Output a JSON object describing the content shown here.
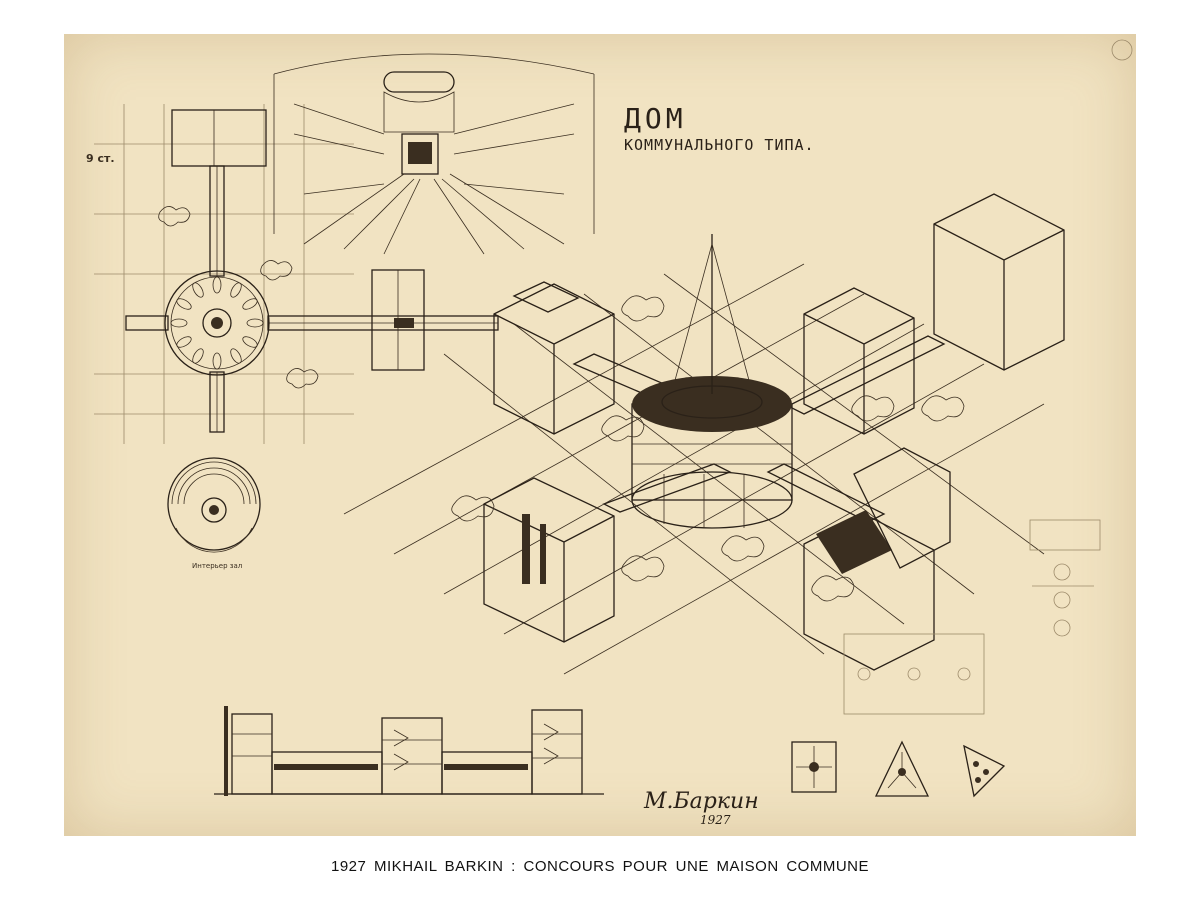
{
  "drawing": {
    "title_line1": "ДОМ",
    "title_line2": "КОММУНАЛЬНОГО ТИПА.",
    "floor_mark": "9 ст.",
    "signature": "М.Баркин",
    "signature_year": "1927",
    "label_lobby": "Интерьер зал"
  },
  "caption": "1927 MIKHAIL BARKIN : CONCOURS POUR UNE MAISON COMMUNE",
  "colors": {
    "paper": "#f1e3c2",
    "ink": "#2a2118",
    "page": "#ffffff"
  }
}
